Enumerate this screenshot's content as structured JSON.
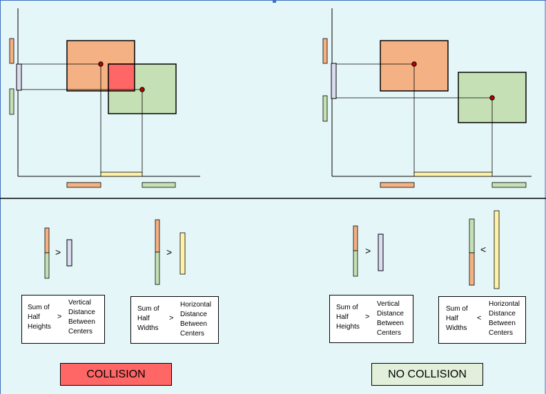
{
  "colors": {
    "background": "#e5f6f8",
    "box_a": "#f4b183",
    "box_b": "#c5e0b4",
    "overlap": "#ff6666",
    "vertical_gap": "#dcdcf0",
    "horizontal_gap": "#fff2a8",
    "collision_bg": "#ff6666",
    "no_collision_bg": "#e2efda"
  },
  "left_panel": {
    "vertical_compare": {
      "operator": ">"
    },
    "horizontal_compare": {
      "operator": ">"
    },
    "vertical_label": {
      "left": "Sum of\nHalf\nHeights",
      "operator": ">",
      "right": "Vertical\nDistance\nBetween\nCenters"
    },
    "horizontal_label": {
      "left": "Sum of\nHalf\nWidths",
      "operator": ">",
      "right": "Horizontal\nDistance\nBetween\nCenters"
    },
    "result": "COLLISION"
  },
  "right_panel": {
    "vertical_compare": {
      "operator": ">"
    },
    "horizontal_compare": {
      "operator": "<"
    },
    "vertical_label": {
      "left": "Sum of\nHalf\nHeights",
      "operator": ">",
      "right": "Vertical\nDistance\nBetween\nCenters"
    },
    "horizontal_label": {
      "left": "Sum of\nHalf\nWidths",
      "operator": "<",
      "right": "Horizontal\nDistance\nBetween\nCenters"
    },
    "result": "NO COLLISION"
  }
}
